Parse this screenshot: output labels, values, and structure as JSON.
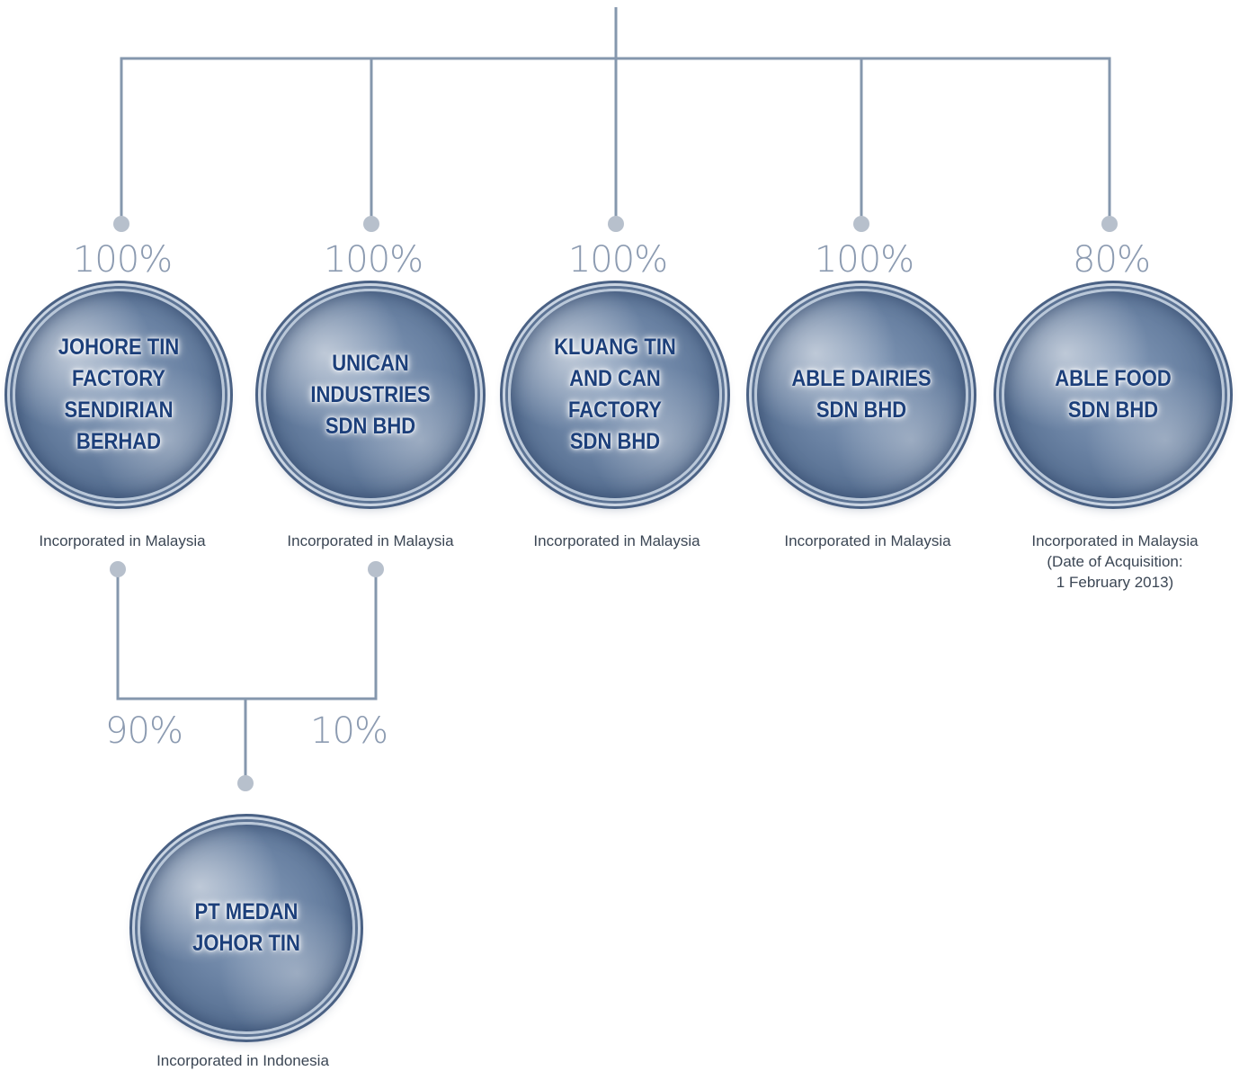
{
  "connector_color": "#8597ad",
  "dot_color": "#b7c0cc",
  "subsidiaries": [
    {
      "percent": "100%",
      "name": "JOHORE TIN\nFACTORY\nSENDIRIAN\nBERHAD",
      "caption": "Incorporated in Malaysia"
    },
    {
      "percent": "100%",
      "name": "UNICAN\nINDUSTRIES\nSDN BHD",
      "caption": "Incorporated in Malaysia"
    },
    {
      "percent": "100%",
      "name": "KLUANG TIN\nAND CAN\nFACTORY\nSDN BHD",
      "caption": "Incorporated in Malaysia"
    },
    {
      "percent": "100%",
      "name": "ABLE DAIRIES\nSDN BHD",
      "caption": "Incorporated in Malaysia"
    },
    {
      "percent": "80%",
      "name": "ABLE FOOD\nSDN BHD",
      "caption": "Incorporated in Malaysia\n(Date of Acquisition:\n1 February 2013)"
    }
  ],
  "sub_subsidiary": {
    "name": "PT MEDAN\nJOHOR TIN",
    "caption": "Incorporated in Indonesia",
    "percent_left": "90%",
    "percent_right": "10%"
  }
}
